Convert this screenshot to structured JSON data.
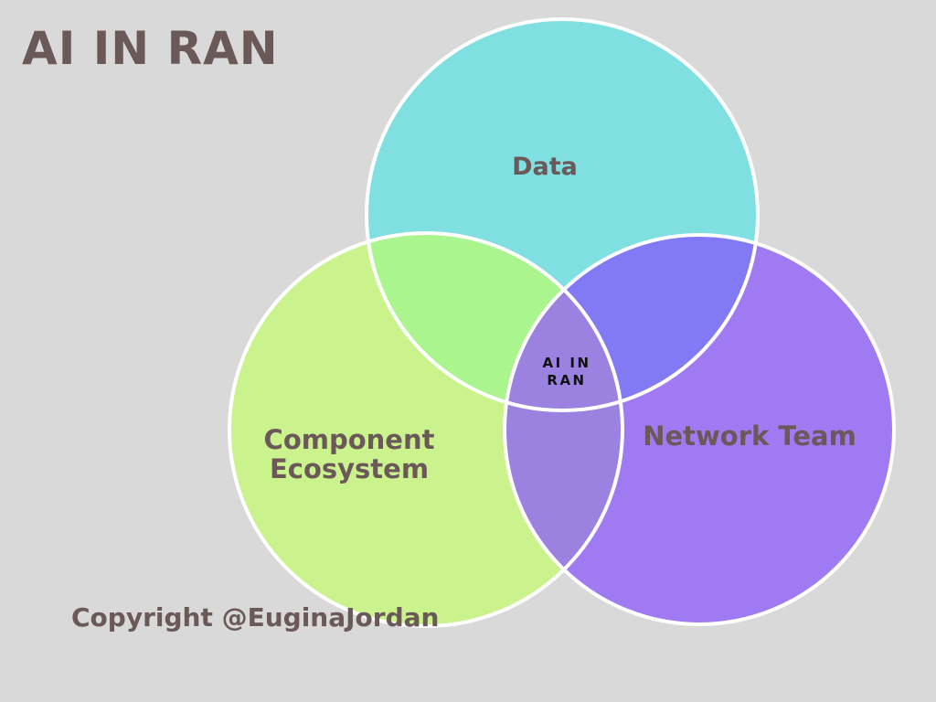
{
  "title": "AI IN RAN",
  "venn": {
    "sets": [
      {
        "id": "data",
        "label_lines": [
          "Data"
        ],
        "color": "#7fdfe1"
      },
      {
        "id": "component",
        "label_lines": [
          "Component",
          "Ecosystem"
        ],
        "color": "#caf38d"
      },
      {
        "id": "network",
        "label_lines": [
          "Network Team"
        ],
        "color": "#a07af2"
      }
    ],
    "overlaps": {
      "data_component": "#abf58e",
      "data_network": "#8279f5",
      "component_network": "#9b81e0",
      "all": "#9b81e0"
    },
    "center_label_lines": [
      "AI IN",
      "RAN"
    ],
    "outline_color": "#ffffff"
  },
  "footer": {
    "copyright": "Copyright @EuginaJordan"
  }
}
